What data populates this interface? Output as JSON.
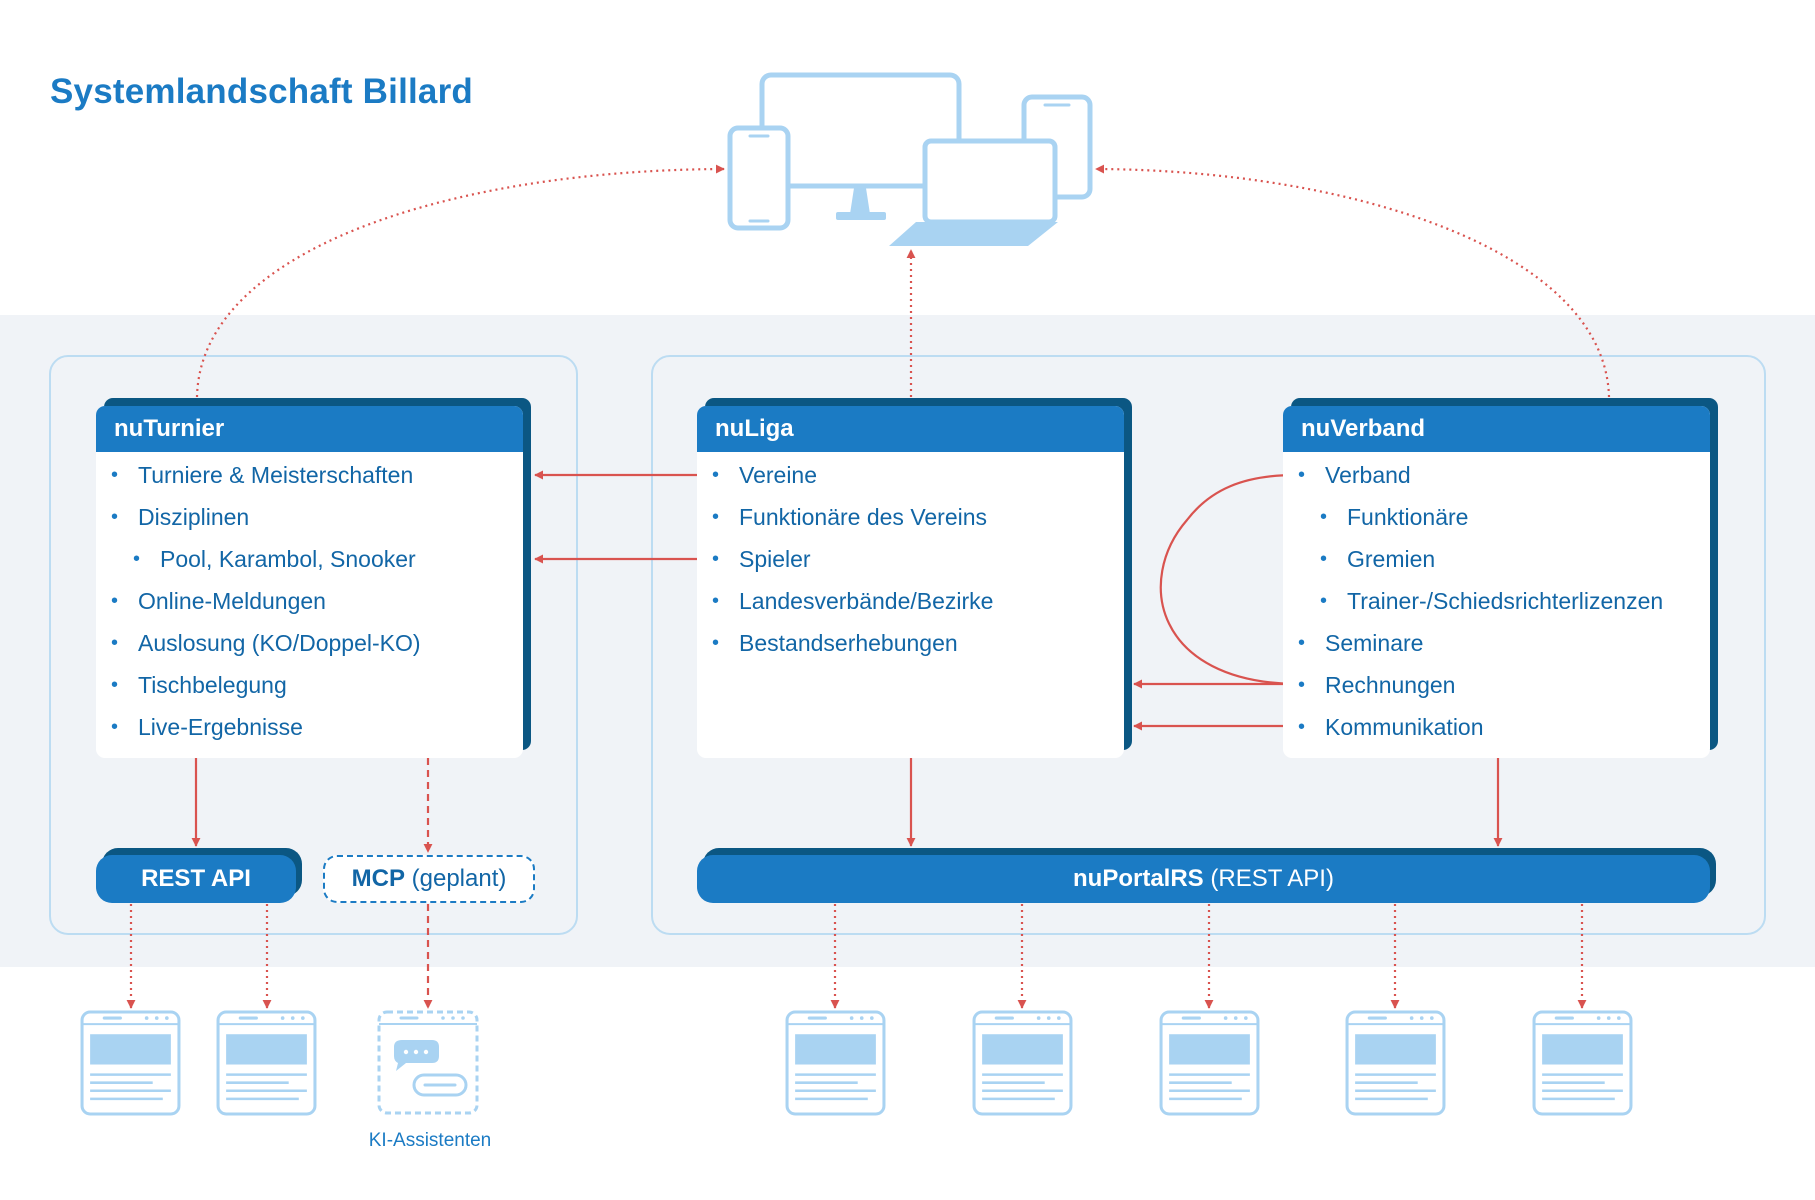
{
  "title": "Systemlandschaft Billard",
  "colors": {
    "primary": "#1b7bc4",
    "dark": "#0b5783",
    "text": "#1266a6",
    "device": "#a9d3f2",
    "arrow": "#d9534f",
    "band": "#f0f3f7",
    "group_border": "#bcdcf2"
  },
  "systems": {
    "nuturnier": {
      "title": "nuTurnier",
      "items": [
        {
          "label": "Turniere & Meisterschaften",
          "level": 1
        },
        {
          "label": "Disziplinen",
          "level": 1
        },
        {
          "label": "Pool, Karambol, Snooker",
          "level": 2
        },
        {
          "label": "Online-Meldungen",
          "level": 1
        },
        {
          "label": "Auslosung (KO/Doppel-KO)",
          "level": 1
        },
        {
          "label": "Tischbelegung",
          "level": 1
        },
        {
          "label": "Live-Ergebnisse",
          "level": 1
        }
      ]
    },
    "nuliga": {
      "title": "nuLiga",
      "items": [
        {
          "label": "Vereine",
          "level": 1
        },
        {
          "label": "Funktionäre des Vereins",
          "level": 1
        },
        {
          "label": "Spieler",
          "level": 1
        },
        {
          "label": "Landesverbände/Bezirke",
          "level": 1
        },
        {
          "label": "Bestandserhebungen",
          "level": 1
        }
      ]
    },
    "nuverband": {
      "title": "nuVerband",
      "items": [
        {
          "label": "Verband",
          "level": 1
        },
        {
          "label": "Funktionäre",
          "level": 2
        },
        {
          "label": "Gremien",
          "level": 2
        },
        {
          "label": "Trainer-/Schiedsrichterlizenzen",
          "level": 2
        },
        {
          "label": "Seminare",
          "level": 1
        },
        {
          "label": "Rechnungen",
          "level": 1
        },
        {
          "label": "Kommunikation",
          "level": 1
        }
      ]
    }
  },
  "apis": {
    "rest": {
      "name": "REST API"
    },
    "mcp": {
      "name": "MCP",
      "note": "(geplant)"
    },
    "portal": {
      "name": "nuPortalRS",
      "note": "(REST API)"
    }
  },
  "ai_caption": "KI-Assistenten",
  "devices": [
    "phone-icon",
    "monitor-icon",
    "laptop-icon",
    "tablet-icon"
  ],
  "clients": [
    "browser-window-icon",
    "browser-window-icon",
    "chat-assistant-icon",
    "browser-window-icon",
    "browser-window-icon",
    "browser-window-icon",
    "browser-window-icon",
    "browser-window-icon"
  ]
}
